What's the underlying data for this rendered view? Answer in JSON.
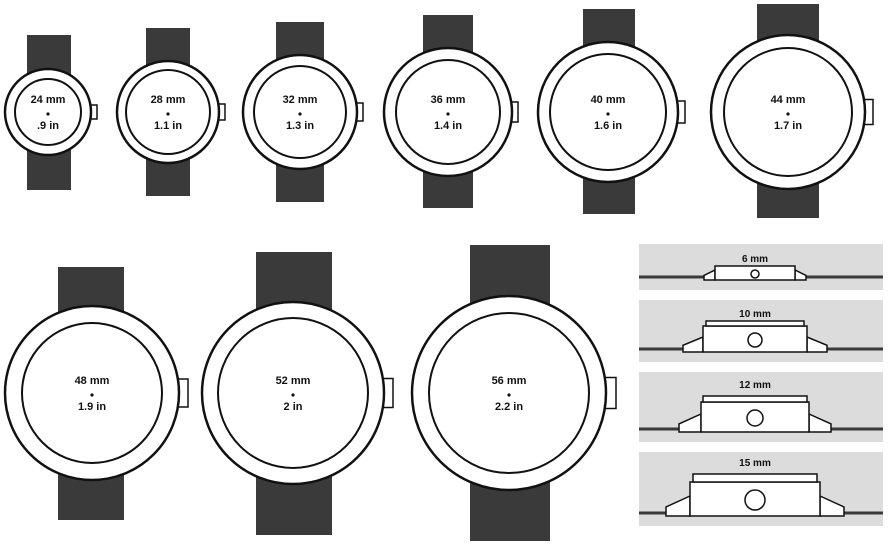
{
  "colors": {
    "strap": "#3a3a3a",
    "outline": "#111111",
    "face": "#ffffff",
    "panel_bg": "#dcdcdc",
    "band_line": "#3a3a3a"
  },
  "watches": [
    {
      "mm": "24 mm",
      "in": ".9 in"
    },
    {
      "mm": "28 mm",
      "in": "1.1 in"
    },
    {
      "mm": "32 mm",
      "in": "1.3 in"
    },
    {
      "mm": "36 mm",
      "in": "1.4 in"
    },
    {
      "mm": "40  mm",
      "in": "1.6 in"
    },
    {
      "mm": "44 mm",
      "in": "1.7 in"
    },
    {
      "mm": "48 mm",
      "in": "1.9 in"
    },
    {
      "mm": "52 mm",
      "in": "2 in"
    },
    {
      "mm": "56 mm",
      "in": "2.2 in"
    }
  ],
  "thickness": [
    {
      "label": "6 mm"
    },
    {
      "label": "10 mm"
    },
    {
      "label": "12 mm"
    },
    {
      "label": "15 mm"
    }
  ]
}
